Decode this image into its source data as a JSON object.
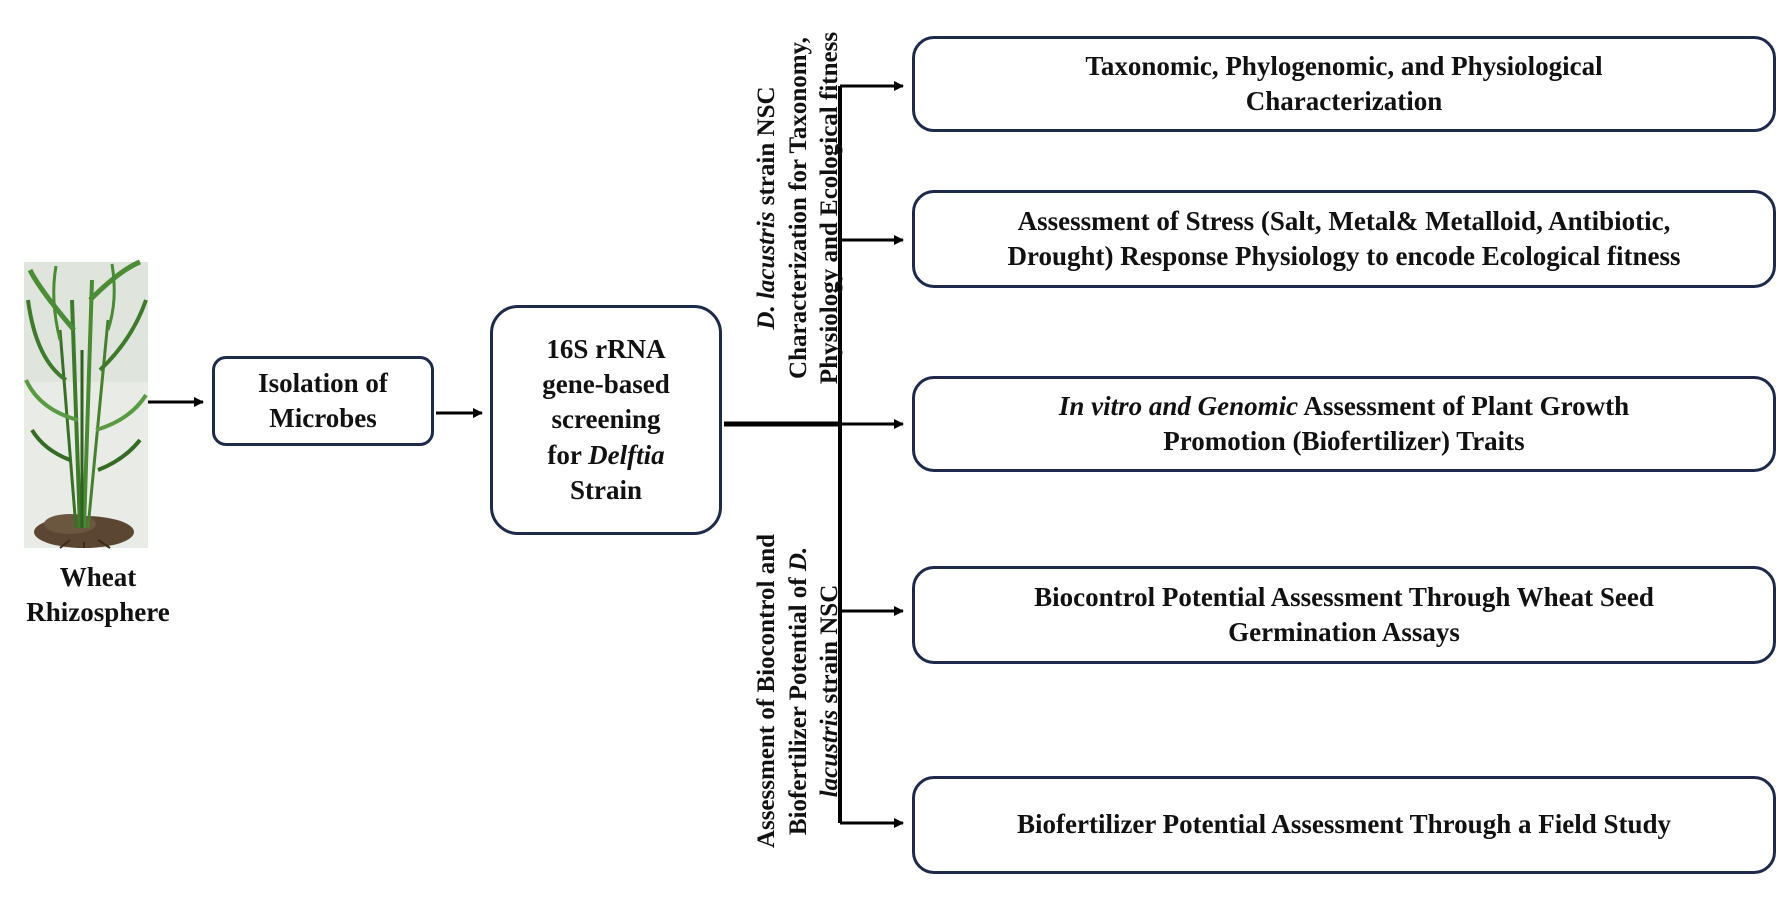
{
  "source": {
    "lines": [
      "Wheat",
      "Rhizosphere"
    ],
    "photo_subject": "wheat-plant-photo"
  },
  "isolation": {
    "lines": [
      "Isolation of",
      "Microbes"
    ]
  },
  "screening": {
    "line1": "16S rRNA",
    "line2": "gene-based",
    "line3": "screening",
    "line4_prefix": "for ",
    "line4_italic": "Delftia",
    "line5": "Strain"
  },
  "upper_branch": {
    "line1_italic": "D. lacustris",
    "line1_rest": " strain NSC",
    "line2": "Characterization for Taxonomy,",
    "line3": "Physiology and Ecological fitness"
  },
  "lower_branch": {
    "line1": "Assessment of Biocontrol and",
    "line2_prefix": "Biofertilizer Potential of ",
    "line2_italic": "D.",
    "line3_italic": "lacustris",
    "line3_rest": " strain NSC"
  },
  "outcomes": [
    {
      "lines": [
        "Taxonomic, Phylogenomic, and Physiological",
        "Characterization"
      ]
    },
    {
      "lines": [
        "Assessment of Stress (Salt, Metal& Metalloid, Antibiotic,",
        "Drought) Response Physiology to encode Ecological fitness"
      ]
    },
    {
      "line1_italic": "In vitro and Genomic",
      "line1_rest": " Assessment of Plant Growth",
      "line2": "Promotion (Biofertilizer) Traits"
    },
    {
      "lines": [
        "Biocontrol Potential Assessment Through Wheat Seed",
        "Germination Assays"
      ]
    },
    {
      "lines": [
        "Biofertilizer Potential Assessment Through a Field Study"
      ]
    }
  ],
  "colors": {
    "box_border": "#1e2a4a",
    "arrow": "#000000",
    "plant_green": "#3f7a2c",
    "soil_brown": "#5a4632"
  }
}
